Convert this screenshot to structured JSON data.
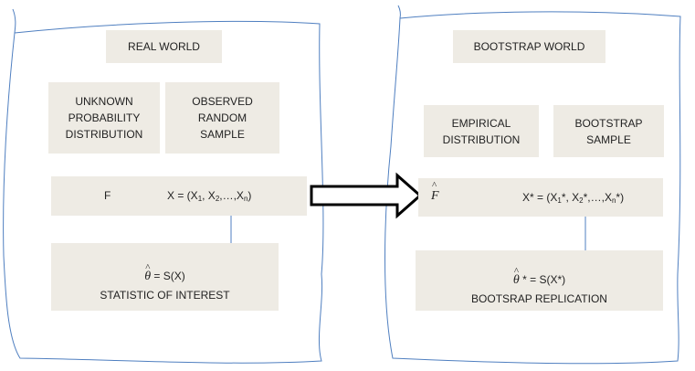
{
  "real_world": {
    "title": "REAL WORLD",
    "unknown_prob": "UNKNOWN\nPROBABILITY\nDISTRIBUTION",
    "observed_sample": "OBSERVED\nRANDOM\nSAMPLE",
    "f_label": "F",
    "x_prefix": "X = (X",
    "x_sub1": "1",
    "x_mid1": ", X",
    "x_sub2": "2",
    "x_mid2": ",…,X",
    "x_subn": "n",
    "x_close": ")",
    "theta_sym": "θ",
    "theta_hat": "^",
    "stat_eq": " = S(X)",
    "stat_caption": "STATISTIC OF INTEREST"
  },
  "bootstrap_world": {
    "title": "BOOTSTRAP WORLD",
    "empirical": "EMPIRICAL\nDISTRIBUTION",
    "bootstrap_sample": "BOOTSTRAP\nSAMPLE",
    "fhat_sym": "F",
    "fhat_hat": "^",
    "xs_prefix": "X* = (X",
    "xs_sub1": "1",
    "xs_star1": "*, X",
    "xs_sub2": "2",
    "xs_star2": "*,…,X",
    "xs_subn": "n",
    "xs_close": "*)",
    "theta_sym": "θ",
    "theta_hat": "^",
    "stat_eq": " * = S(X*)",
    "stat_caption": "BOOTSRAP REPLICATION"
  },
  "colors": {
    "box_fill": "#eeebe4",
    "outline": "#4f7fc0",
    "small_arrow": "#4f7fc0",
    "big_arrow": "#000000"
  }
}
